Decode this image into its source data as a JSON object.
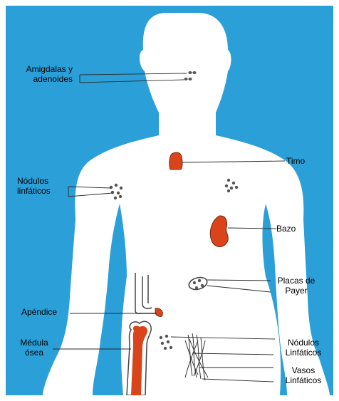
{
  "colors": {
    "background": "#2a9fd8",
    "body": "#ffffff",
    "organ": "#d9441a",
    "line": "#2a2a2a"
  },
  "labels": {
    "amigdalas": [
      "Amigdalas y",
      "adenoides"
    ],
    "timo": [
      "Timo"
    ],
    "nodulos_arriba": [
      "Nódulos",
      "linfáticos"
    ],
    "bazo": [
      "Bazo"
    ],
    "placas": [
      "Placas de",
      "Payer"
    ],
    "apendice": [
      "Apéndice"
    ],
    "medula": [
      "Médula",
      "ósea"
    ],
    "nodulos_abajo": [
      "Nódulos",
      "Linfáticos"
    ],
    "vasos": [
      "Vasos",
      "Linfáticos"
    ]
  }
}
